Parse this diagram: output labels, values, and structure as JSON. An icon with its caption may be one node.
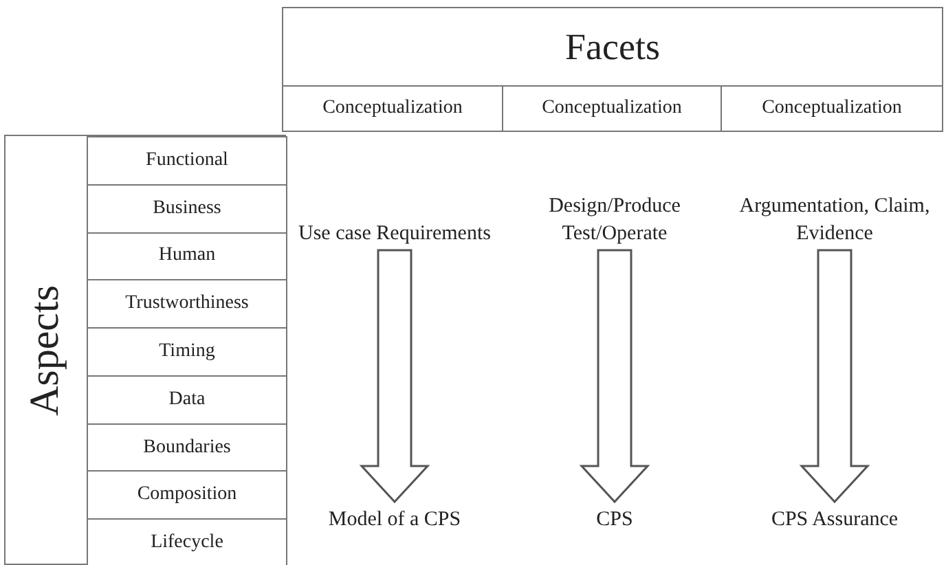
{
  "diagram": {
    "nodes": [
      {
        "text": [
          "Facets"
        ]
      },
      {
        "text": [
          "Conceptualization"
        ]
      },
      {
        "text": [
          "Conceptualization"
        ]
      },
      {
        "text": [
          "Conceptualization"
        ]
      },
      {
        "text": [
          "Aspects"
        ]
      },
      {
        "text": [
          "Functional"
        ],
        "in": 4
      },
      {
        "text": [
          "Business"
        ],
        "in": 4
      },
      {
        "text": [
          "Human"
        ],
        "in": 4
      },
      {
        "text": [
          "Trustworthiness"
        ],
        "in": 4
      },
      {
        "text": [
          "Timing"
        ],
        "in": 4
      },
      {
        "text": [
          "Data"
        ],
        "in": 4
      },
      {
        "text": [
          "Boundaries"
        ],
        "in": 4
      },
      {
        "text": [
          "Composition"
        ],
        "in": 4
      },
      {
        "text": [
          "Lifecycle"
        ],
        "in": 4
      },
      {
        "text": [
          "Use case Requirements"
        ]
      },
      {
        "text": [
          "Design/Produce Test/Operate"
        ]
      },
      {
        "text": [
          "Argumentation, Claim, Evidence"
        ]
      },
      {
        "text": [
          "Model of a CPS"
        ]
      },
      {
        "text": [
          "CPS"
        ]
      },
      {
        "text": [
          "CPS Assurance"
        ]
      }
    ],
    "edges": [
      {
        "from": 14,
        "to": 17,
        "arrow": "to"
      },
      {
        "from": 15,
        "to": 18,
        "arrow": "to"
      },
      {
        "from": 16,
        "to": 19,
        "arrow": "to"
      }
    ]
  }
}
